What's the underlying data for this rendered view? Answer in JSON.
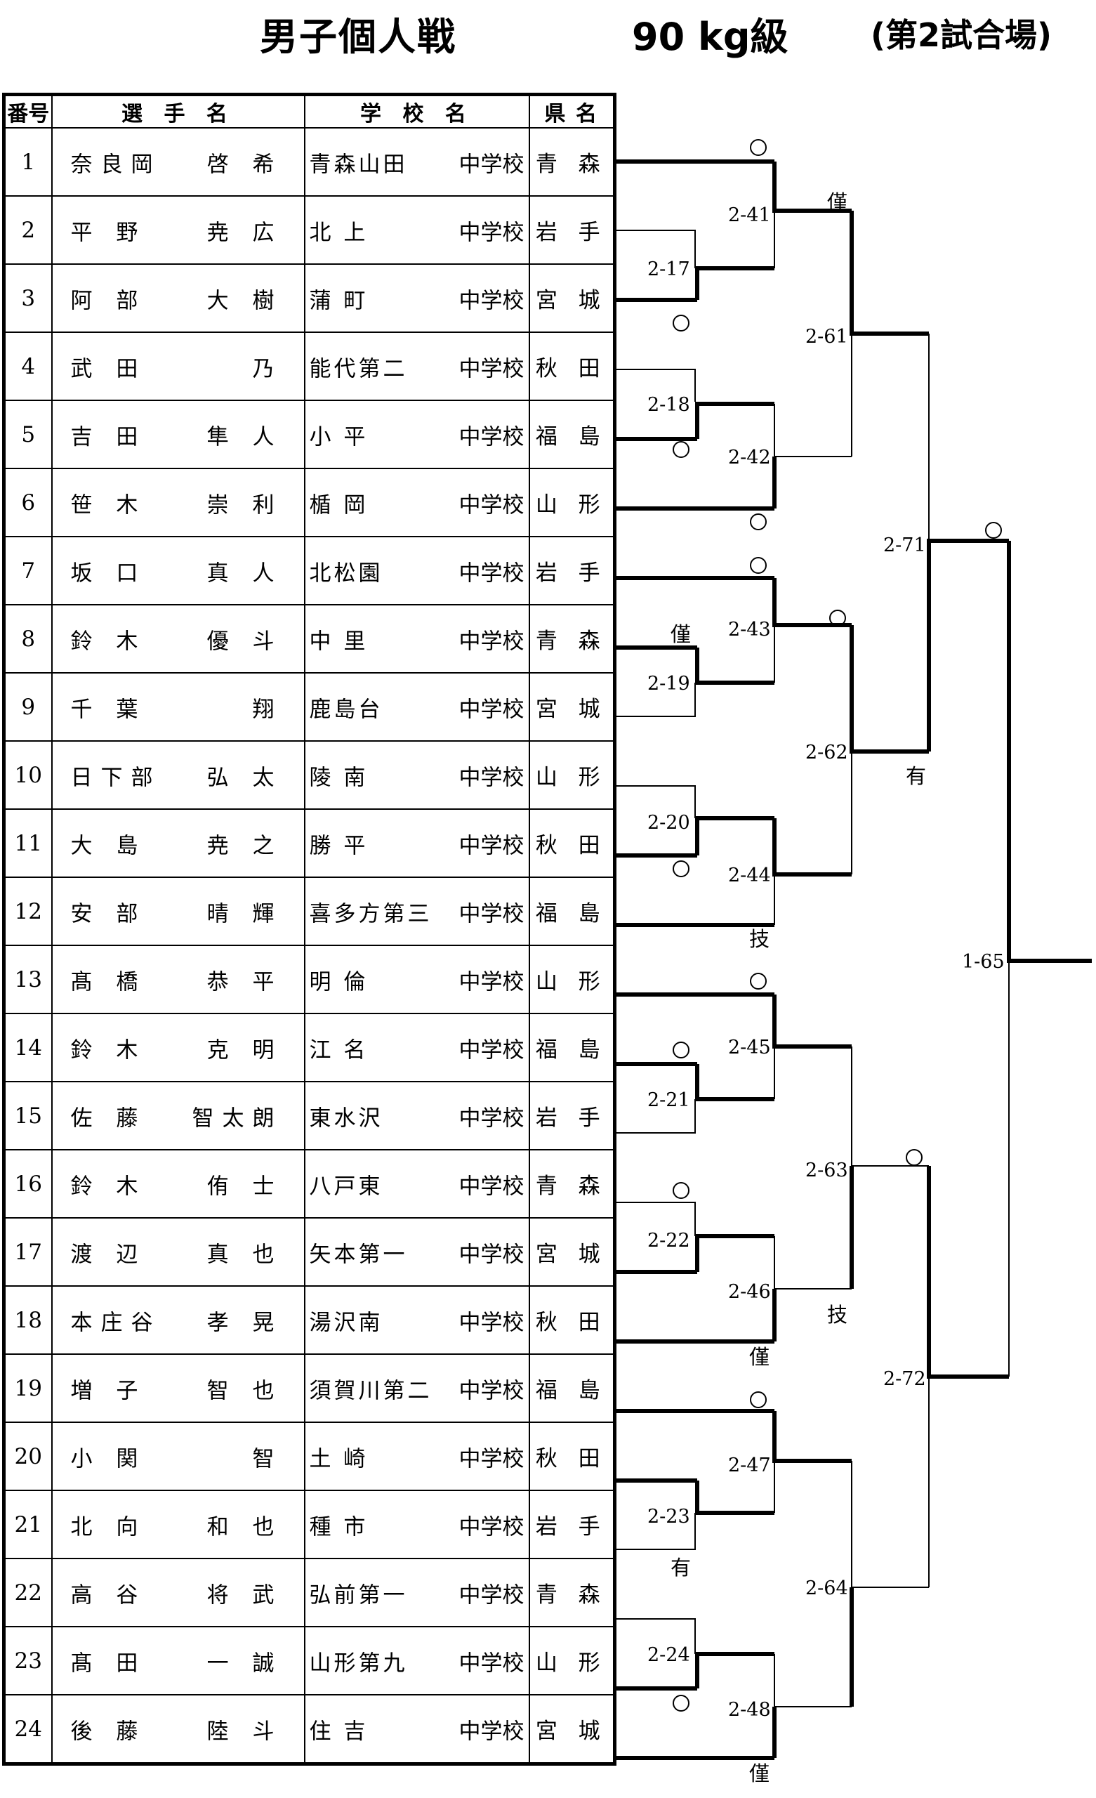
{
  "header": {
    "title": "男子個人戦",
    "weight_class": "90 kg級",
    "arena": "(第2試合場)"
  },
  "table": {
    "headers": {
      "no": "番号",
      "name": "選 手 名",
      "school": "学 校 名",
      "prefecture": "県 名"
    },
    "players": [
      {
        "no": "1",
        "family": "奈良岡",
        "given": "啓 希",
        "school": "青森山田",
        "school_type": "中学校",
        "prefecture": "青 森"
      },
      {
        "no": "2",
        "family": "平 野",
        "given": "尭 広",
        "school": "北 上",
        "school_type": "中学校",
        "prefecture": "岩 手"
      },
      {
        "no": "3",
        "family": "阿 部",
        "given": "大 樹",
        "school": "蒲 町",
        "school_type": "中学校",
        "prefecture": "宮 城"
      },
      {
        "no": "4",
        "family": "武 田",
        "given": "乃",
        "school": "能代第二",
        "school_type": "中学校",
        "prefecture": "秋 田"
      },
      {
        "no": "5",
        "family": "吉 田",
        "given": "隼 人",
        "school": "小 平",
        "school_type": "中学校",
        "prefecture": "福 島"
      },
      {
        "no": "6",
        "family": "笹 木",
        "given": "崇 利",
        "school": "楯 岡",
        "school_type": "中学校",
        "prefecture": "山 形"
      },
      {
        "no": "7",
        "family": "坂 口",
        "given": "真 人",
        "school": "北松園",
        "school_type": "中学校",
        "prefecture": "岩 手"
      },
      {
        "no": "8",
        "family": "鈴 木",
        "given": "優 斗",
        "school": "中 里",
        "school_type": "中学校",
        "prefecture": "青 森"
      },
      {
        "no": "9",
        "family": "千 葉",
        "given": "翔",
        "school": "鹿島台",
        "school_type": "中学校",
        "prefecture": "宮 城"
      },
      {
        "no": "10",
        "family": "日下部",
        "given": "弘 太",
        "school": "陵 南",
        "school_type": "中学校",
        "prefecture": "山 形"
      },
      {
        "no": "11",
        "family": "大 島",
        "given": "尭 之",
        "school": "勝 平",
        "school_type": "中学校",
        "prefecture": "秋 田"
      },
      {
        "no": "12",
        "family": "安 部",
        "given": "晴 輝",
        "school": "喜多方第三",
        "school_type": "中学校",
        "prefecture": "福 島"
      },
      {
        "no": "13",
        "family": "髙 橋",
        "given": "恭 平",
        "school": "明 倫",
        "school_type": "中学校",
        "prefecture": "山 形"
      },
      {
        "no": "14",
        "family": "鈴 木",
        "given": "克 明",
        "school": "江 名",
        "school_type": "中学校",
        "prefecture": "福 島"
      },
      {
        "no": "15",
        "family": "佐 藤",
        "given": "智太朗",
        "school": "東水沢",
        "school_type": "中学校",
        "prefecture": "岩 手"
      },
      {
        "no": "16",
        "family": "鈴 木",
        "given": "侑 士",
        "school": "八戸東",
        "school_type": "中学校",
        "prefecture": "青 森"
      },
      {
        "no": "17",
        "family": "渡 辺",
        "given": "真 也",
        "school": "矢本第一",
        "school_type": "中学校",
        "prefecture": "宮 城"
      },
      {
        "no": "18",
        "family": "本庄谷",
        "given": "孝 晃",
        "school": "湯沢南",
        "school_type": "中学校",
        "prefecture": "秋 田"
      },
      {
        "no": "19",
        "family": "増 子",
        "given": "智 也",
        "school": "須賀川第二",
        "school_type": "中学校",
        "prefecture": "福 島"
      },
      {
        "no": "20",
        "family": "小 関",
        "given": "智",
        "school": "土 崎",
        "school_type": "中学校",
        "prefecture": "秋 田"
      },
      {
        "no": "21",
        "family": "北 向",
        "given": "和 也",
        "school": "種 市",
        "school_type": "中学校",
        "prefecture": "岩 手"
      },
      {
        "no": "22",
        "family": "高 谷",
        "given": "将 武",
        "school": "弘前第一",
        "school_type": "中学校",
        "prefecture": "青 森"
      },
      {
        "no": "23",
        "family": "髙 田",
        "given": "一 誠",
        "school": "山形第九",
        "school_type": "中学校",
        "prefecture": "山 形"
      },
      {
        "no": "24",
        "family": "後 藤",
        "given": "陸 斗",
        "school": "住 吉",
        "school_type": "中学校",
        "prefecture": "宮 城"
      }
    ]
  },
  "bracket": {
    "matches": {
      "m2_17": "2-17",
      "m2_18": "2-18",
      "m2_19": "2-19",
      "m2_20": "2-20",
      "m2_21": "2-21",
      "m2_22": "2-22",
      "m2_23": "2-23",
      "m2_24": "2-24",
      "m2_41": "2-41",
      "m2_42": "2-42",
      "m2_43": "2-43",
      "m2_44": "2-44",
      "m2_45": "2-45",
      "m2_46": "2-46",
      "m2_47": "2-47",
      "m2_48": "2-48",
      "m2_61": "2-61",
      "m2_62": "2-62",
      "m2_63": "2-63",
      "m2_64": "2-64",
      "m2_71": "2-71",
      "m2_72": "2-72",
      "m1_65": "1-65"
    },
    "results": {
      "r41": "僅",
      "r19": "僅",
      "r62": "有",
      "r44": "技",
      "r63": "技",
      "r46": "僅",
      "r23": "有",
      "r48": "僅"
    }
  }
}
